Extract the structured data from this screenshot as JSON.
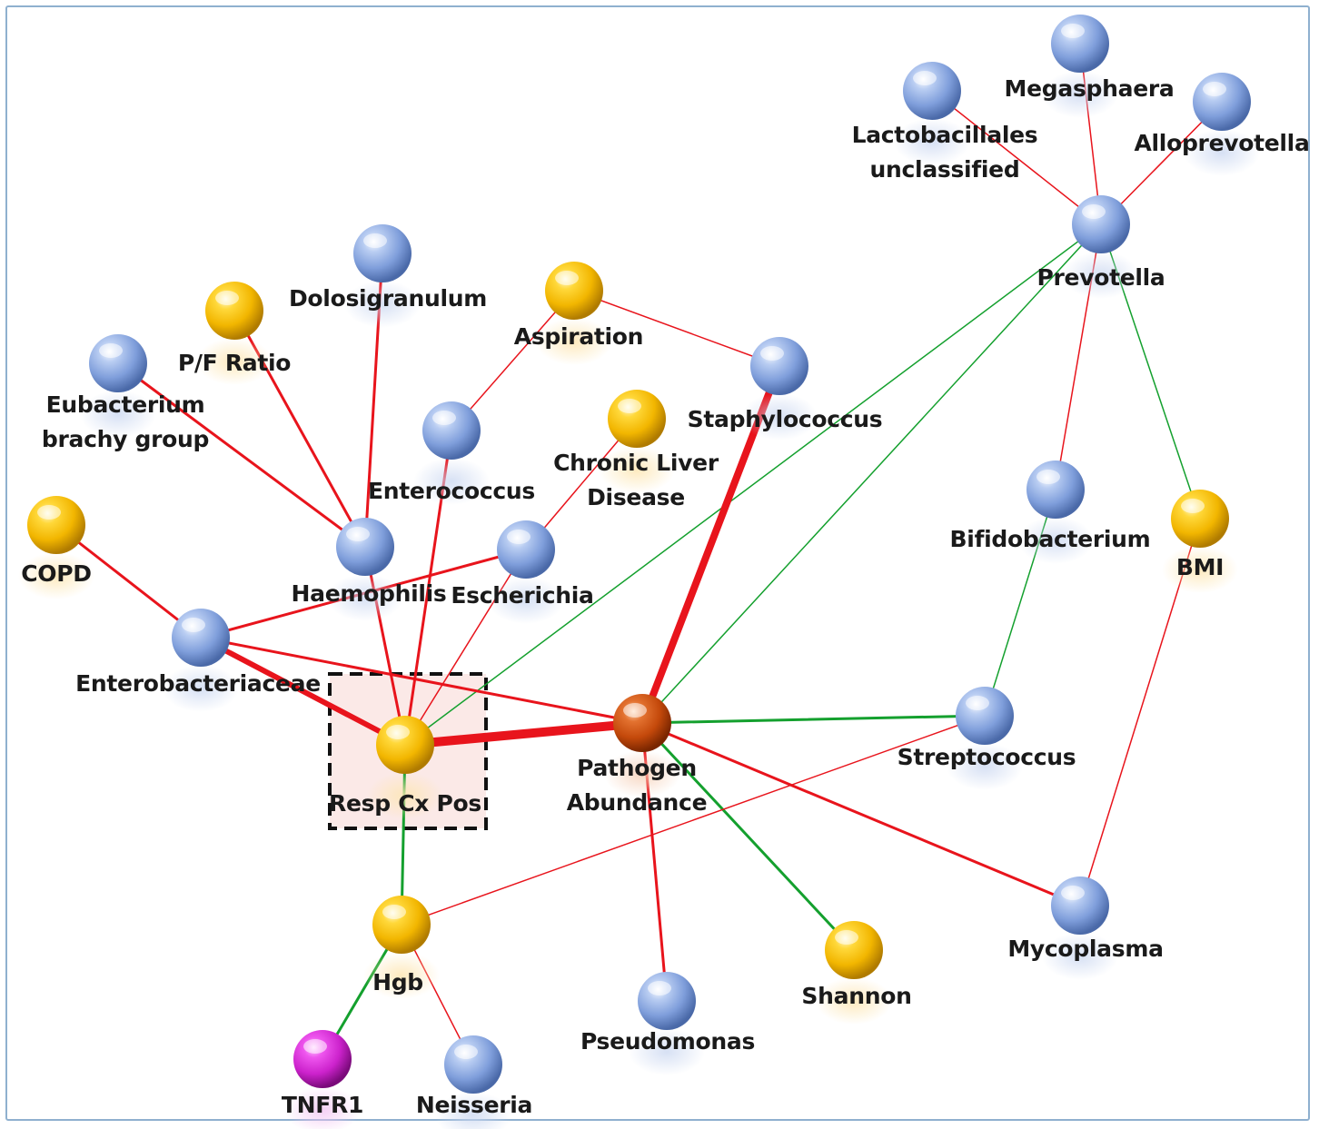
{
  "colors": {
    "positive_edge": "#e8141c",
    "negative_edge": "#14a02e",
    "microbe_node": "#7f9edb",
    "clinical_node": "#f2b600",
    "pathogen_node": "#c4490b",
    "biomarker_node": "#cc22cc",
    "highlight_box_fill": "#fbe9e7",
    "frame_border": "#8fb0cf"
  },
  "nodes": [
    {
      "id": "megasphaera",
      "kind": "microbe",
      "label": [
        "Megasphaera"
      ]
    },
    {
      "id": "lactobacillales",
      "kind": "microbe",
      "label": [
        "Lactobacillales",
        "unclassified"
      ]
    },
    {
      "id": "alloprevotella",
      "kind": "microbe",
      "label": [
        "Alloprevotella"
      ]
    },
    {
      "id": "prevotella",
      "kind": "microbe",
      "label": [
        "Prevotella"
      ]
    },
    {
      "id": "dolosigranulum",
      "kind": "microbe",
      "label": [
        "Dolosigranulum"
      ]
    },
    {
      "id": "pf_ratio",
      "kind": "clinical",
      "label": [
        "P/F Ratio"
      ]
    },
    {
      "id": "aspiration",
      "kind": "clinical",
      "label": [
        "Aspiration"
      ]
    },
    {
      "id": "eubacterium",
      "kind": "microbe",
      "label": [
        "Eubacterium",
        "brachy group"
      ]
    },
    {
      "id": "staphylococcus",
      "kind": "microbe",
      "label": [
        "Staphylococcus"
      ]
    },
    {
      "id": "enterococcus",
      "kind": "microbe",
      "label": [
        "Enterococcus"
      ]
    },
    {
      "id": "chronic_liver",
      "kind": "clinical",
      "label": [
        "Chronic Liver",
        "Disease"
      ]
    },
    {
      "id": "copd",
      "kind": "clinical",
      "label": [
        "COPD"
      ]
    },
    {
      "id": "haemophilis",
      "kind": "microbe",
      "label": [
        "Haemophilis"
      ]
    },
    {
      "id": "escherichia",
      "kind": "microbe",
      "label": [
        "Escherichia"
      ]
    },
    {
      "id": "bifidobacterium",
      "kind": "microbe",
      "label": [
        "Bifidobacterium"
      ]
    },
    {
      "id": "bmi",
      "kind": "clinical",
      "label": [
        "BMI"
      ]
    },
    {
      "id": "enterobacteriaceae",
      "kind": "microbe",
      "label": [
        "Enterobacteriaceae"
      ]
    },
    {
      "id": "resp_cx_pos",
      "kind": "clinical",
      "label": [
        "Resp Cx Pos"
      ],
      "highlighted": true
    },
    {
      "id": "pathogen_abundance",
      "kind": "pathogen",
      "label": [
        "Pathogen",
        "Abundance"
      ]
    },
    {
      "id": "streptococcus",
      "kind": "microbe",
      "label": [
        "Streptococcus"
      ]
    },
    {
      "id": "hgb",
      "kind": "clinical",
      "label": [
        "Hgb"
      ]
    },
    {
      "id": "mycoplasma",
      "kind": "microbe",
      "label": [
        "Mycoplasma"
      ]
    },
    {
      "id": "shannon",
      "kind": "clinical",
      "label": [
        "Shannon"
      ]
    },
    {
      "id": "pseudomonas",
      "kind": "microbe",
      "label": [
        "Pseudomonas"
      ]
    },
    {
      "id": "tnfr1",
      "kind": "biomarker",
      "label": [
        "TNFR1"
      ]
    },
    {
      "id": "neisseria",
      "kind": "microbe",
      "label": [
        "Neisseria"
      ]
    }
  ],
  "edges": [
    {
      "from": "lactobacillales",
      "to": "prevotella",
      "sign": "positive",
      "strength": 1
    },
    {
      "from": "megasphaera",
      "to": "prevotella",
      "sign": "positive",
      "strength": 1
    },
    {
      "from": "alloprevotella",
      "to": "prevotella",
      "sign": "positive",
      "strength": 1
    },
    {
      "from": "prevotella",
      "to": "bifidobacterium",
      "sign": "positive",
      "strength": 1
    },
    {
      "from": "prevotella",
      "to": "bmi",
      "sign": "negative",
      "strength": 1
    },
    {
      "from": "prevotella",
      "to": "resp_cx_pos",
      "sign": "negative",
      "strength": 1
    },
    {
      "from": "prevotella",
      "to": "pathogen_abundance",
      "sign": "negative",
      "strength": 1
    },
    {
      "from": "aspiration",
      "to": "staphylococcus",
      "sign": "positive",
      "strength": 1
    },
    {
      "from": "aspiration",
      "to": "enterococcus",
      "sign": "positive",
      "strength": 1
    },
    {
      "from": "chronic_liver",
      "to": "escherichia",
      "sign": "positive",
      "strength": 1
    },
    {
      "from": "dolosigranulum",
      "to": "haemophilis",
      "sign": "positive",
      "strength": 2
    },
    {
      "from": "pf_ratio",
      "to": "haemophilis",
      "sign": "positive",
      "strength": 2
    },
    {
      "from": "eubacterium",
      "to": "haemophilis",
      "sign": "positive",
      "strength": 2
    },
    {
      "from": "haemophilis",
      "to": "resp_cx_pos",
      "sign": "positive",
      "strength": 2
    },
    {
      "from": "enterococcus",
      "to": "resp_cx_pos",
      "sign": "positive",
      "strength": 2
    },
    {
      "from": "escherichia",
      "to": "resp_cx_pos",
      "sign": "positive",
      "strength": 1
    },
    {
      "from": "escherichia",
      "to": "enterobacteriaceae",
      "sign": "positive",
      "strength": 2
    },
    {
      "from": "copd",
      "to": "enterobacteriaceae",
      "sign": "positive",
      "strength": 2
    },
    {
      "from": "enterobacteriaceae",
      "to": "resp_cx_pos",
      "sign": "positive",
      "strength": 4
    },
    {
      "from": "enterobacteriaceae",
      "to": "pathogen_abundance",
      "sign": "positive",
      "strength": 2
    },
    {
      "from": "staphylococcus",
      "to": "pathogen_abundance",
      "sign": "positive",
      "strength": 5
    },
    {
      "from": "resp_cx_pos",
      "to": "pathogen_abundance",
      "sign": "positive",
      "strength": 6
    },
    {
      "from": "pathogen_abundance",
      "to": "streptococcus",
      "sign": "negative",
      "strength": 2
    },
    {
      "from": "bifidobacterium",
      "to": "streptococcus",
      "sign": "negative",
      "strength": 1
    },
    {
      "from": "bmi",
      "to": "mycoplasma",
      "sign": "positive",
      "strength": 1
    },
    {
      "from": "pathogen_abundance",
      "to": "mycoplasma",
      "sign": "positive",
      "strength": 2
    },
    {
      "from": "pathogen_abundance",
      "to": "shannon",
      "sign": "negative",
      "strength": 2
    },
    {
      "from": "pathogen_abundance",
      "to": "pseudomonas",
      "sign": "positive",
      "strength": 2
    },
    {
      "from": "resp_cx_pos",
      "to": "hgb",
      "sign": "negative",
      "strength": 2
    },
    {
      "from": "streptococcus",
      "to": "hgb",
      "sign": "positive",
      "strength": 1
    },
    {
      "from": "hgb",
      "to": "tnfr1",
      "sign": "negative",
      "strength": 2
    },
    {
      "from": "hgb",
      "to": "neisseria",
      "sign": "positive",
      "strength": 1
    }
  ]
}
